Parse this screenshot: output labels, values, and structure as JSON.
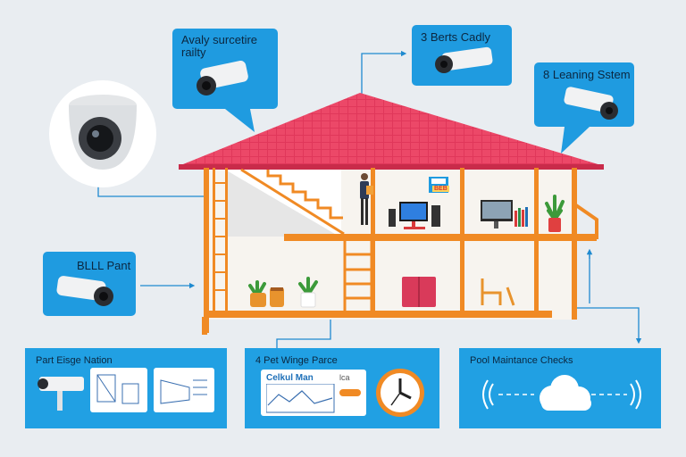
{
  "callouts": {
    "top_left": "Avaly surcetire\nrailty",
    "top_center": "3 Berts Cadly",
    "top_right": "8 Leaning Sstem",
    "mid_left": "BLLL Pant"
  },
  "panels": {
    "left": "Part Eisge Nation",
    "center": "4 Pet Winge Parce",
    "right": "Pool Maintance Checks"
  },
  "center_card": {
    "title": "Celkul Man",
    "note": "lca"
  },
  "wall_sign": "BEB",
  "colors": {
    "accent": "#1f9be0",
    "roof": "#e0375a",
    "frame": "#f08a24",
    "background": "#e9edf1"
  },
  "icons": [
    "dome-camera-icon",
    "bullet-camera-icon",
    "cloud-icon",
    "clock-icon",
    "wifi-signal-icon",
    "plant-icon",
    "computer-icon"
  ]
}
